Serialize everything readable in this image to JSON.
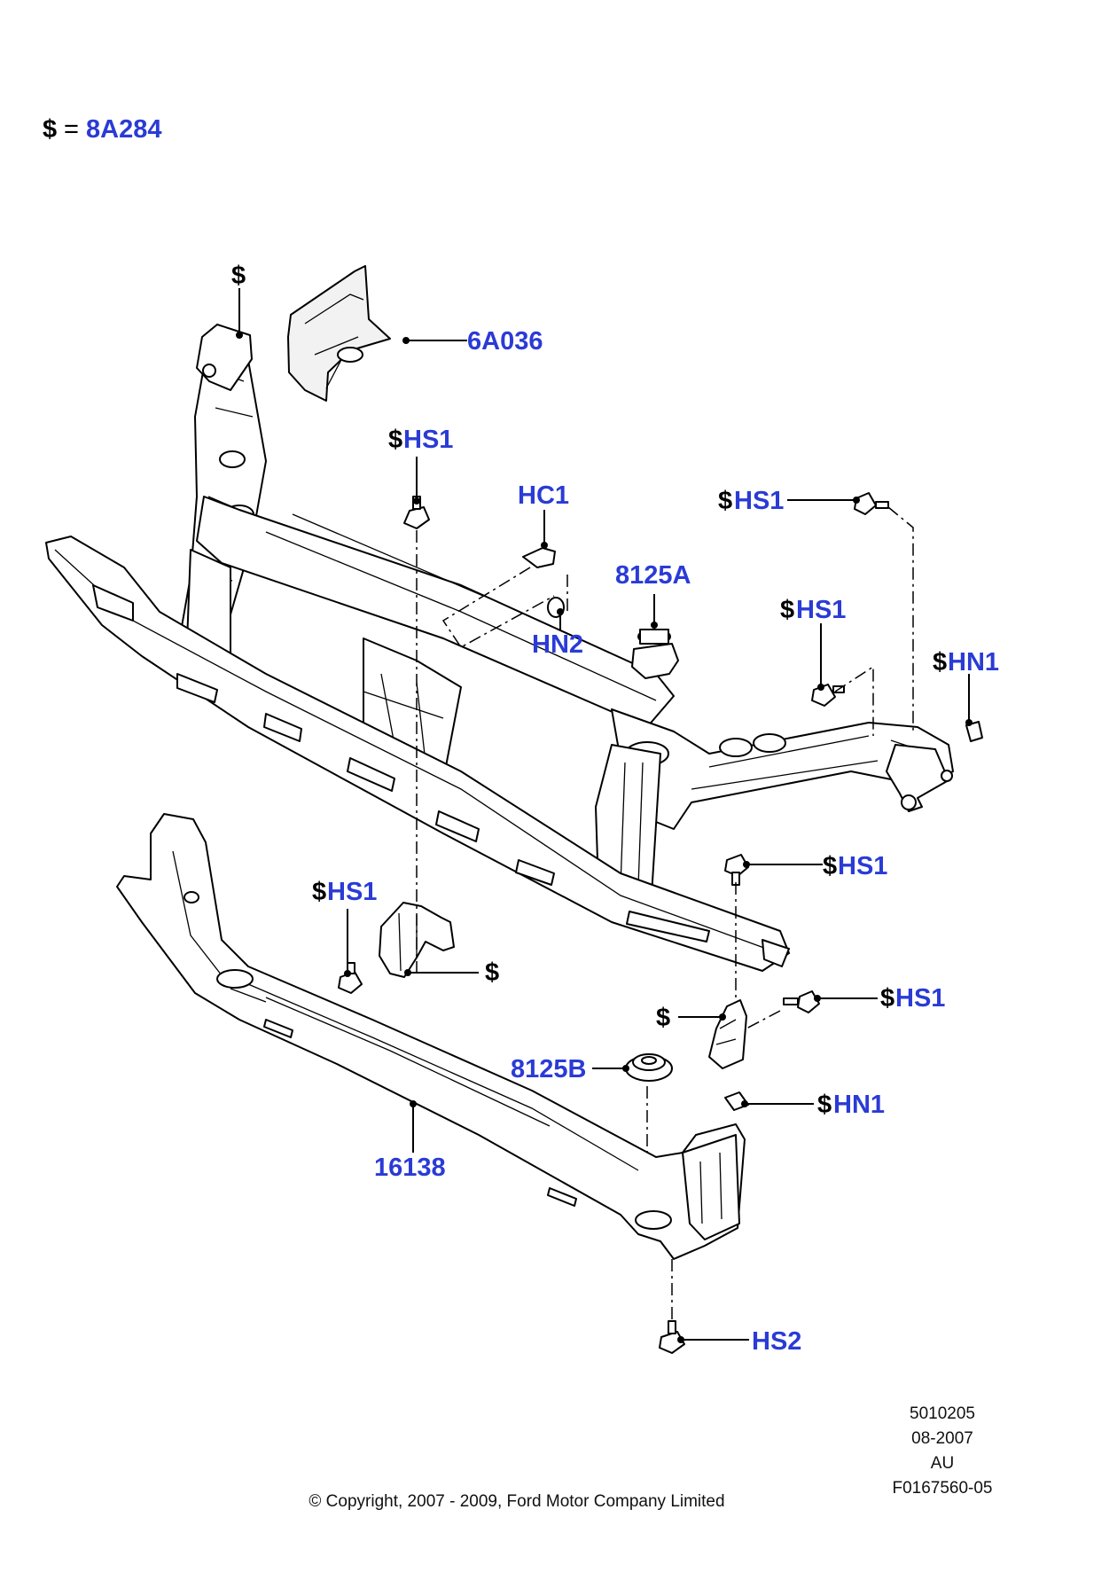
{
  "legend": {
    "symbol": "$",
    "equals": "=",
    "value": "8A284"
  },
  "callouts": {
    "dollar_top": "$",
    "p6a036": "6A036",
    "hs1_a": {
      "prefix": "$",
      "code": "HS1"
    },
    "hc1": "HC1",
    "hn2": "HN2",
    "p8125a": "8125A",
    "hs1_b": {
      "prefix": "$",
      "code": "HS1"
    },
    "hs1_c": {
      "prefix": "$",
      "code": "HS1"
    },
    "hn1_a": {
      "prefix": "$",
      "code": "HN1"
    },
    "hs1_d": {
      "prefix": "$",
      "code": "HS1"
    },
    "hs1_e": {
      "prefix": "$",
      "code": "HS1"
    },
    "dollar_mid": "$",
    "dollar_right": "$",
    "hs1_f": {
      "prefix": "$",
      "code": "HS1"
    },
    "p8125b": "8125B",
    "hn1_b": {
      "prefix": "$",
      "code": "HN1"
    },
    "p16138": "16138",
    "hs2": "HS2"
  },
  "footer": {
    "ref": "5010205",
    "date": "08-2007",
    "region": "AU",
    "figure": "F0167560-05",
    "copyright": "© Copyright, 2007 - 2009, Ford Motor Company Limited"
  },
  "colors": {
    "callout_blue": "#2a3bd6",
    "line": "#000000",
    "background": "#ffffff"
  }
}
